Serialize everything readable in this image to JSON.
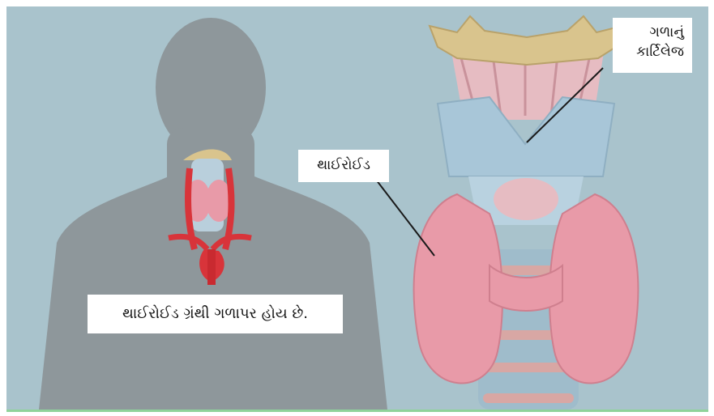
{
  "labels": {
    "cartilage": "ગળાનું કાર્ટિલેજ",
    "cartilage_line1": "ગળાનું",
    "cartilage_line2": "કાર્ટિલેજ",
    "thyroid": "થાઈરોઈડ",
    "caption": "થાઈરોઈડ ગ્રંથી ગળાપર હોય છે."
  },
  "colors": {
    "background": "#a9c3cc",
    "silhouette": "#8e979b",
    "thyroid_tissue": "#e89aa8",
    "cartilage": "#a8c6d8",
    "hyoid_bone": "#d9c48d",
    "artery": "#d8343a",
    "bottom_border": "#8fd39a"
  }
}
